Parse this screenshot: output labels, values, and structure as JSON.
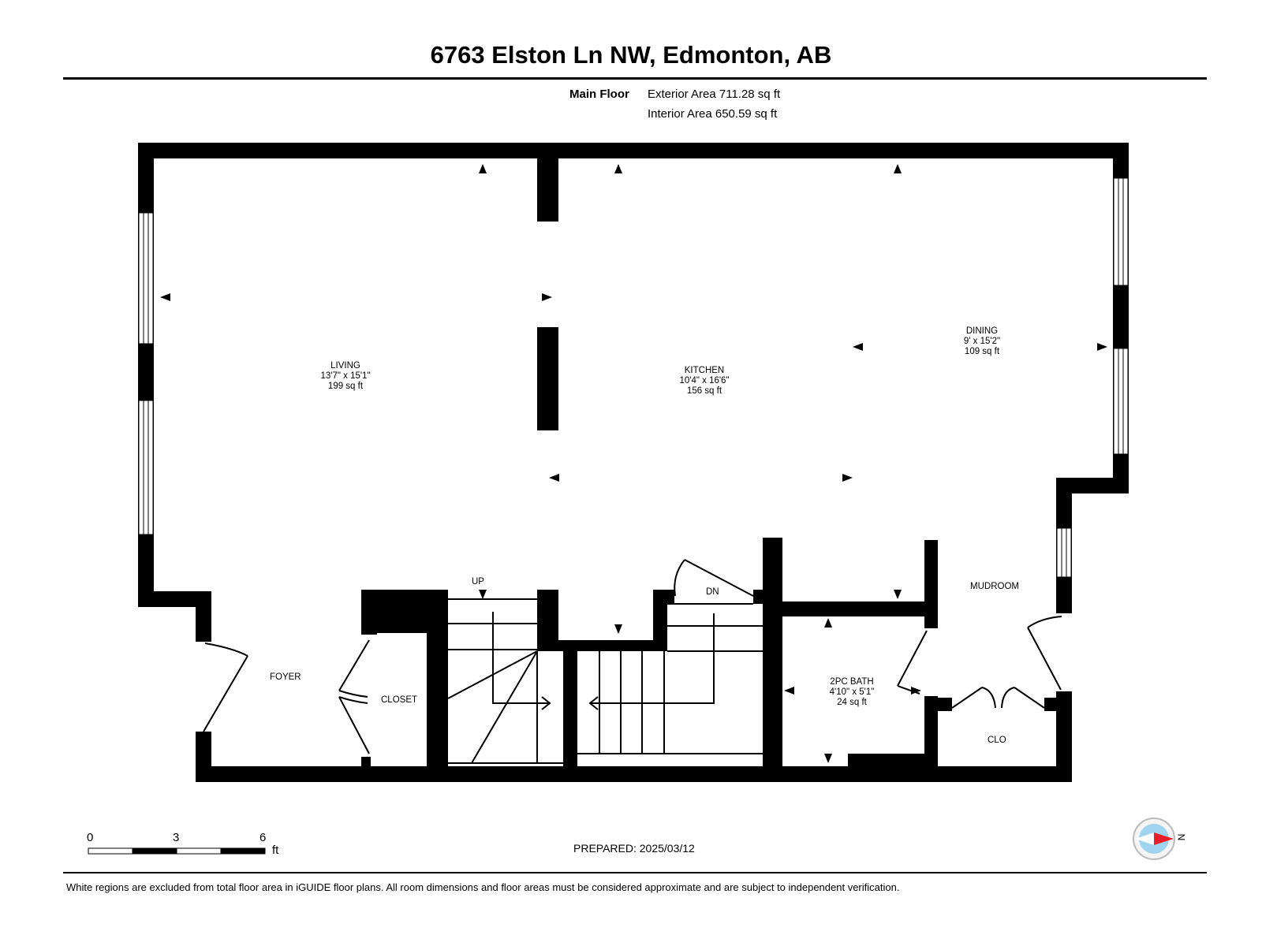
{
  "title": "6763 Elston Ln NW, Edmonton, AB",
  "floor": {
    "name": "Main Floor",
    "exterior_area": "Exterior Area 711.28 sq ft",
    "interior_area": "Interior Area 650.59 sq ft"
  },
  "rooms": {
    "living": {
      "name": "LIVING",
      "dims": "13'7\" x 15'1\"",
      "area": "199 sq ft"
    },
    "kitchen": {
      "name": "KITCHEN",
      "dims": "10'4\" x 16'6\"",
      "area": "156 sq ft"
    },
    "dining": {
      "name": "DINING",
      "dims": "9' x 15'2\"",
      "area": "109 sq ft"
    },
    "bath": {
      "name": "2PC BATH",
      "dims": "4'10\" x 5'1\"",
      "area": "24 sq ft"
    }
  },
  "labels": {
    "foyer": "FOYER",
    "closet": "CLOSET",
    "mudroom": "MUDROOM",
    "clo": "CLO",
    "up": "UP",
    "dn": "DN"
  },
  "scale": {
    "tick0": "0",
    "tick1": "3",
    "tick2": "6",
    "unit": "ft"
  },
  "prepared": "PREPARED: 2025/03/12",
  "compass": {
    "label": "N",
    "needle_color": "#e8202a",
    "dial_color": "#9fd4ee"
  },
  "footer": "White regions are excluded from total floor area in iGUIDE floor plans. All room dimensions and floor areas must be considered approximate and are subject to independent verification."
}
